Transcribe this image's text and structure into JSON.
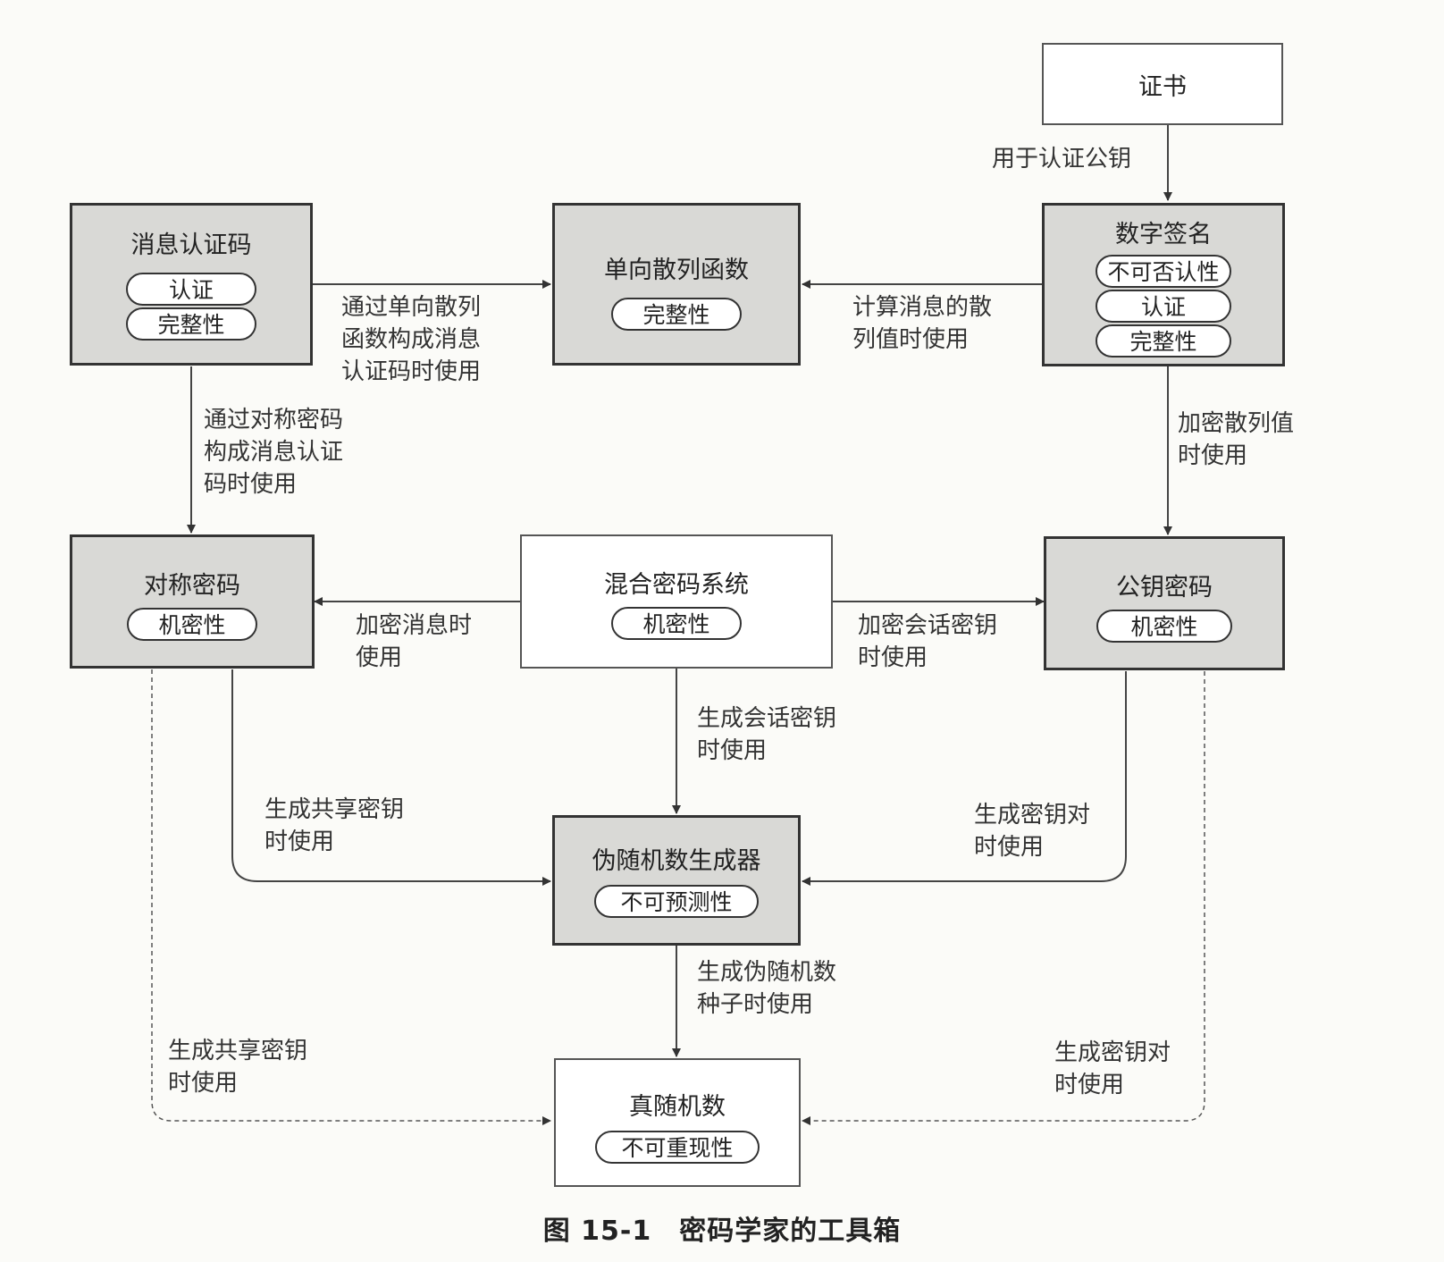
{
  "nodes": {
    "certificate": {
      "title": "证书",
      "properties": []
    },
    "mac": {
      "title": "消息认证码",
      "properties": [
        "认证",
        "完整性"
      ]
    },
    "hash": {
      "title": "单向散列函数",
      "properties": [
        "完整性"
      ]
    },
    "signature": {
      "title": "数字签名",
      "properties": [
        "不可否认性",
        "认证",
        "完整性"
      ]
    },
    "symmetric": {
      "title": "对称密码",
      "properties": [
        "机密性"
      ]
    },
    "hybrid": {
      "title": "混合密码系统",
      "properties": [
        "机密性"
      ]
    },
    "pubkey": {
      "title": "公钥密码",
      "properties": [
        "机密性"
      ]
    },
    "prng": {
      "title": "伪随机数生成器",
      "properties": [
        "不可预测性"
      ]
    },
    "trng": {
      "title": "真随机数",
      "properties": [
        "不可重现性"
      ]
    }
  },
  "edges": {
    "cert_to_signature": [
      "用于认证公钥"
    ],
    "mac_to_hash": [
      "通过单向散列",
      "函数构成消息",
      "认证码时使用"
    ],
    "signature_to_hash": [
      "计算消息的散",
      "列值时使用"
    ],
    "mac_to_symmetric": [
      "通过对称密码",
      "构成消息认证",
      "码时使用"
    ],
    "signature_to_pubkey": [
      "加密散列值",
      "时使用"
    ],
    "hybrid_to_symmetric": [
      "加密消息时",
      "使用"
    ],
    "hybrid_to_pubkey": [
      "加密会话密钥",
      "时使用"
    ],
    "hybrid_to_prng": [
      "生成会话密钥",
      "时使用"
    ],
    "symmetric_to_prng": [
      "生成共享密钥",
      "时使用"
    ],
    "pubkey_to_prng": [
      "生成密钥对",
      "时使用"
    ],
    "prng_to_trng": [
      "生成伪随机数",
      "种子时使用"
    ],
    "symmetric_to_trng": [
      "生成共享密钥",
      "时使用"
    ],
    "pubkey_to_trng": [
      "生成密钥对",
      "时使用"
    ]
  },
  "caption": "图 15-1　密码学家的工具箱"
}
